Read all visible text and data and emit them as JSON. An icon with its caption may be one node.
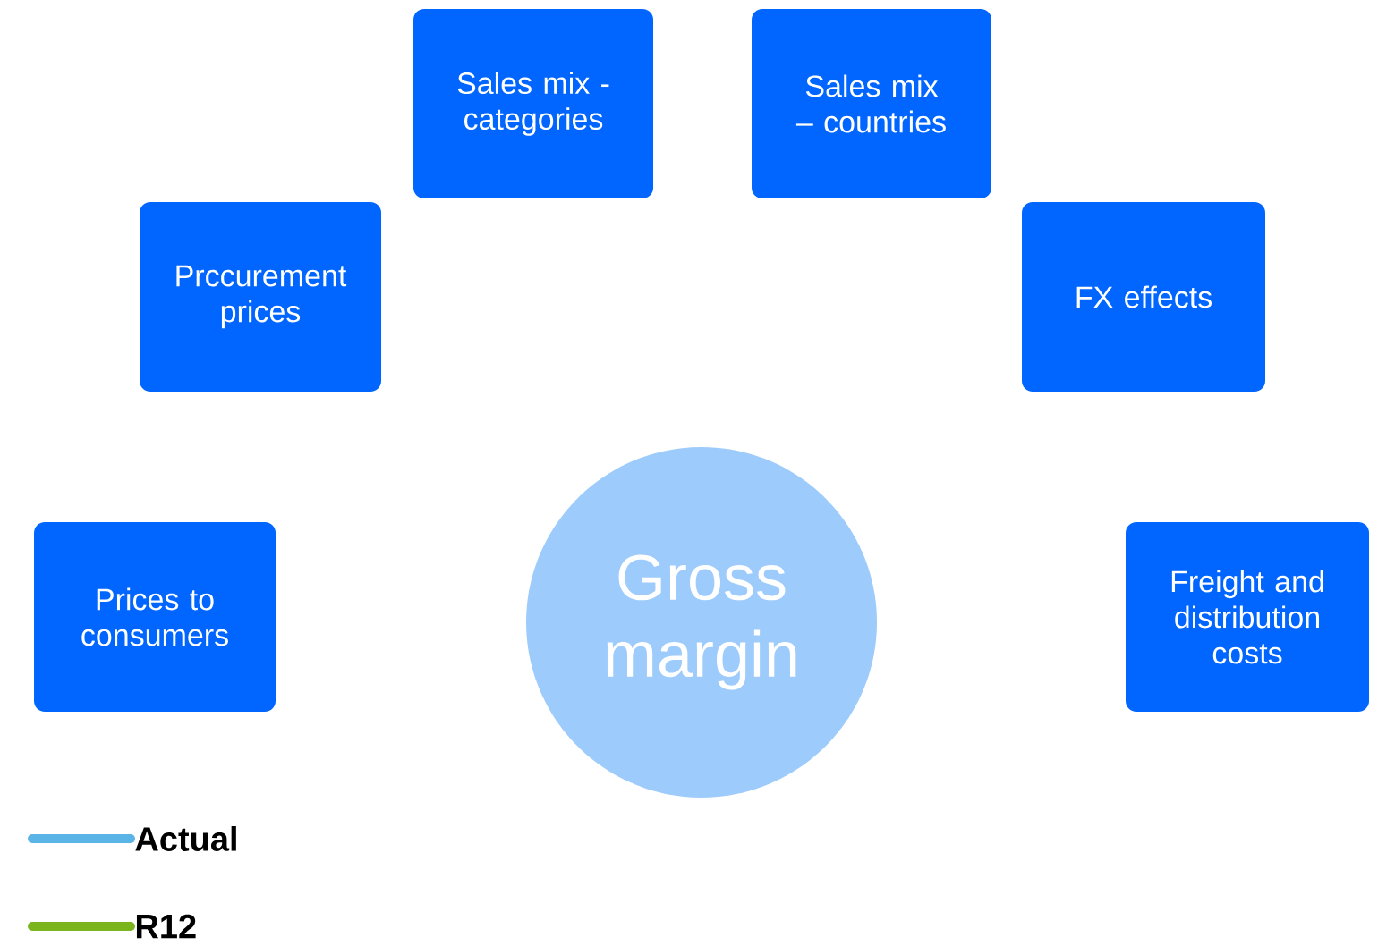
{
  "diagram": {
    "nodes": [
      {
        "text": [
          "Prices to consumers"
        ]
      },
      {
        "text": [
          "Prccurement prices"
        ]
      },
      {
        "text": [
          "Sales mix - categories"
        ]
      },
      {
        "text": [
          "Sales mix – countries"
        ]
      },
      {
        "text": [
          "FX effects"
        ]
      },
      {
        "text": [
          "Freight and distribution costs"
        ]
      },
      {
        "text": [
          "Gross margin"
        ]
      }
    ],
    "legend": [
      {
        "text": "Actual"
      },
      {
        "text": "R12"
      }
    ]
  }
}
